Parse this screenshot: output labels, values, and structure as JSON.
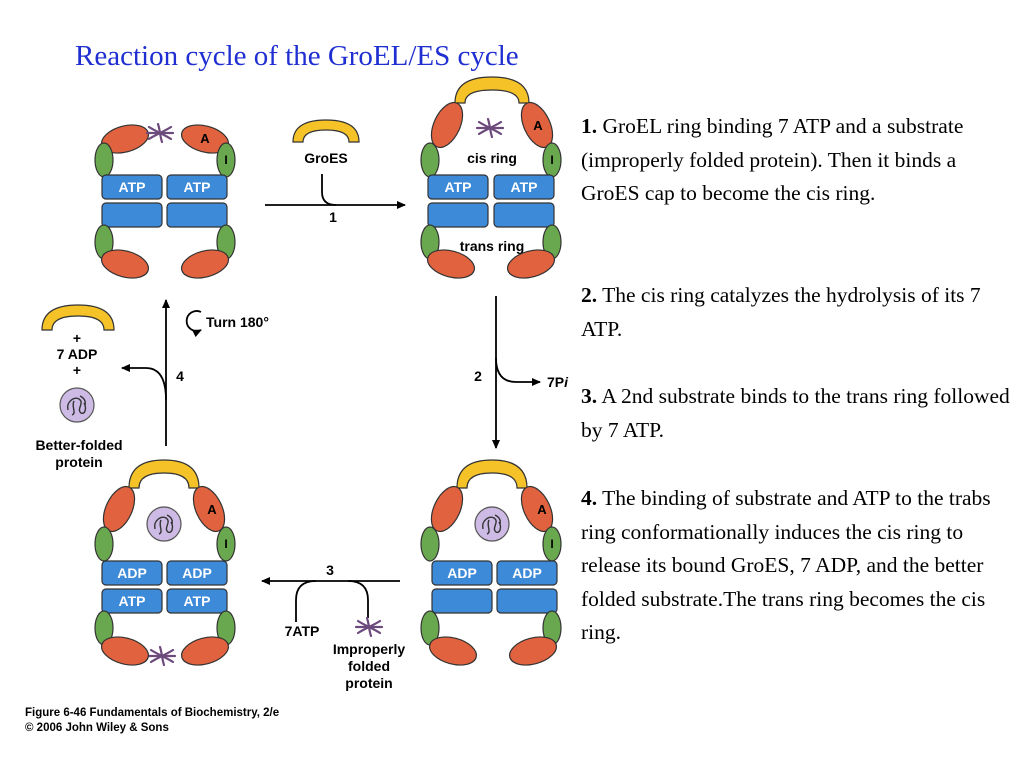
{
  "title": "Reaction cycle of the GroEL/ES cycle",
  "labels": {
    "atp": "ATP",
    "adp": "ADP",
    "domain_a": "A",
    "domain_i": "I",
    "groes": "GroES",
    "cis_ring": "cis ring",
    "trans_ring": "trans ring",
    "turn": "Turn 180°",
    "plus": "+",
    "seven_adp": "7 ADP",
    "better_folded": [
      "Better-folded",
      "protein"
    ],
    "seven_atp": "7ATP",
    "improperly": [
      "Improperly",
      "folded",
      "protein"
    ],
    "seven_pi": "7P",
    "pi_sub": "i",
    "steps": [
      "1",
      "2",
      "3",
      "4"
    ]
  },
  "steps": [
    {
      "num": "1.",
      "text": "GroEL ring binding 7 ATP and a substrate (improperly folded protein). Then it binds a GroES cap to become the cis ring."
    },
    {
      "num": "2.",
      "text": "The cis ring catalyzes the hydrolysis of its 7 ATP."
    },
    {
      "num": "3.",
      "text": "A 2nd substrate binds to the trans ring followed by 7 ATP."
    },
    {
      "num": "4.",
      "text": "The binding of substrate and ATP to the trabs ring conformationally induces the cis ring to release its bound GroES, 7 ADP, and the better folded substrate.The trans ring becomes the cis ring."
    }
  ],
  "caption": {
    "line1": "Figure 6-46  Fundamentals of Biochemistry, 2/e",
    "line2": "© 2006 John Wiley & Sons"
  },
  "colors": {
    "title": "#1f2fd1",
    "groes_cap": "#f5c228",
    "apical_domain": "#e1623f",
    "intermediate_domain": "#6aa84f",
    "equatorial_domain": "#3d8ad8",
    "substrate": "#cdbbe6"
  }
}
